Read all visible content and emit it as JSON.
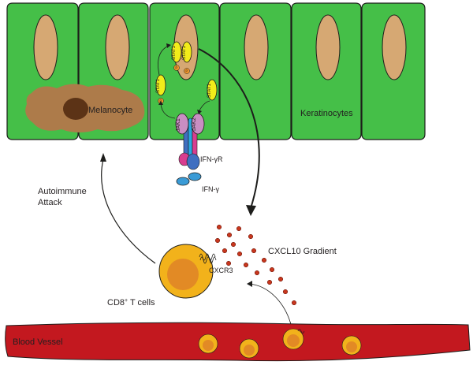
{
  "labels": {
    "melanocyte": "Melanocyte",
    "keratinocytes": "Keratinocytes",
    "stat1": "STAT1",
    "jak1": "JAK1",
    "jak2": "JAK2",
    "phospho": "P",
    "ifn_receptor": "IFN-γR",
    "ifn_gamma": "IFN-γ",
    "autoimmune_line1": "Autoimmune",
    "autoimmune_line2": "Attack",
    "cxcl10_gradient": "CXCL10 Gradient",
    "cxcr3": "CXCR3",
    "t_cells_prefix": "CD8",
    "t_cells_sup": "+",
    "t_cells_suffix": " T cells",
    "blood_vessel": "Blood Vessel"
  },
  "colors": {
    "keratinocyte": "#45bf48",
    "nucleus": "#d6a873",
    "melanocyte": "#ad7b4a",
    "melanocyte_nucleus": "#5c3316",
    "stat": "#f2ec1a",
    "jak": "#c98ec2",
    "receptor_blue": "#3f6fc0",
    "receptor_pink": "#d83d8f",
    "ifn": "#3a9bd6",
    "chemokine": "#c8371e",
    "tcell_outer": "#f2b21b",
    "tcell_inner": "#e28a25",
    "vessel": "#c3181f"
  }
}
